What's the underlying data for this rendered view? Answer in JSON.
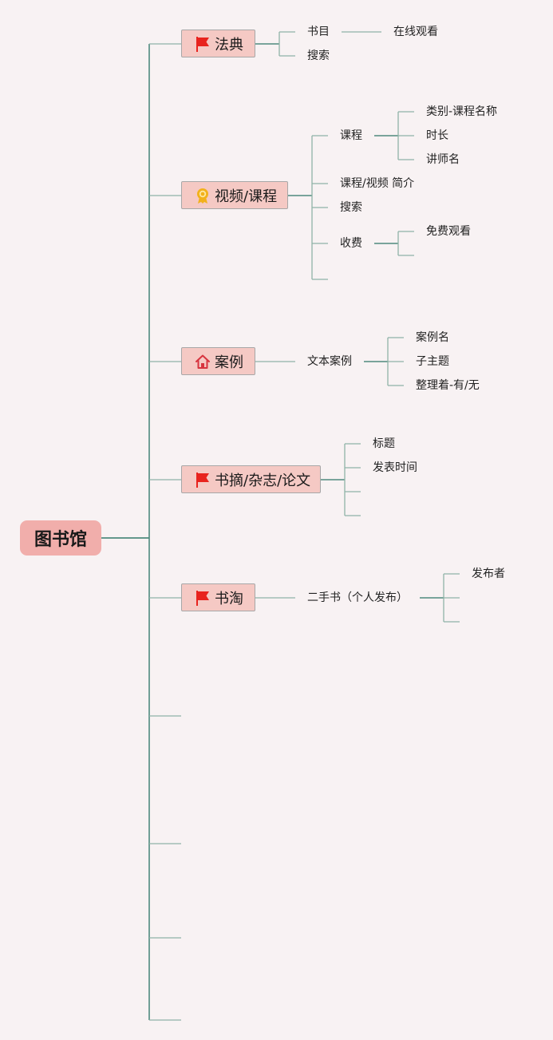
{
  "root": {
    "label": "图书馆"
  },
  "topics": {
    "fadian": {
      "label": "法典",
      "icon": "red-flag-icon"
    },
    "video": {
      "label": "视频/课程",
      "icon": "award-badge-icon"
    },
    "cases": {
      "label": "案例",
      "icon": "house-icon"
    },
    "digest": {
      "label": "书摘/杂志/论文",
      "icon": "red-flag-icon"
    },
    "shutao": {
      "label": "书淘",
      "icon": "red-flag-icon"
    }
  },
  "subtopics": {
    "fadian_catalog": "书目",
    "fadian_online": "在线观看",
    "fadian_search": "搜索",
    "course": "课程",
    "course_category": "类别-课程名称",
    "course_duration": "时长",
    "course_lecturer": "讲师名",
    "course_intro": "课程/视频 简介",
    "video_search": "搜索",
    "fee": "收费",
    "fee_free": "免费观看",
    "text_case": "文本案例",
    "case_name": "案例名",
    "case_subtopic": "子主题",
    "case_editor": "整理着-有/无",
    "digest_title": "标题",
    "digest_time": "发表时间",
    "secondhand": "二手书（个人发布）",
    "publisher": "发布者"
  },
  "colors": {
    "background": "#f8f2f3",
    "root_fill": "#f1aeab",
    "topic_fill": "#f5c9c4",
    "topic_border": "#a7a7a7",
    "main_line": "#4f8a7e",
    "branch_line": "#8fb3a7",
    "flag_red": "#e8231e",
    "award_gold": "#f2b11c",
    "house_red": "#d7343f"
  }
}
